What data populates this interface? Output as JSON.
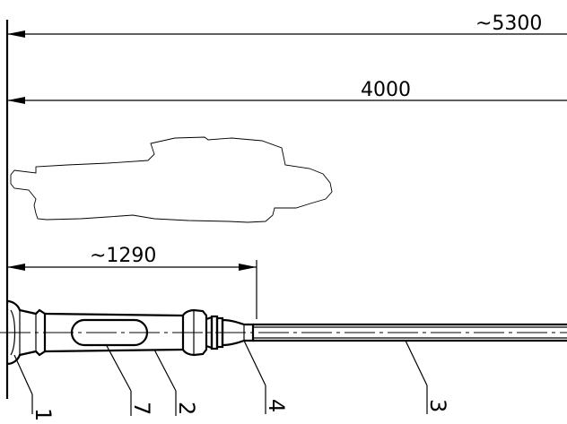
{
  "dimensions": {
    "overall_length": "~5300",
    "silhouette_length": "4000",
    "handle_length": "~1290"
  },
  "part_labels": [
    "1",
    "7",
    "2",
    "4",
    "3"
  ]
}
